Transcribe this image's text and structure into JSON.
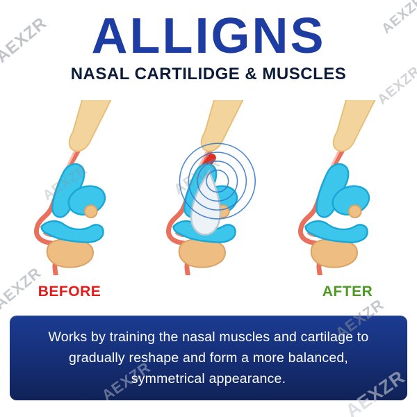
{
  "title": "ALLIGNS",
  "subtitle": "NASAL CARTILIDGE & MUSCLES",
  "labels": {
    "before": "BEFORE",
    "after": "AFTER"
  },
  "description": "Works by training the nasal muscles and cartilage to gradually reshape and form a more balanced, symmetrical appearance.",
  "watermark": {
    "text": "AEXZR"
  },
  "colors": {
    "title_blue": "#1d3da3",
    "subtitle_navy": "#0c1b3a",
    "before_red": "#e21b1b",
    "after_green": "#4c9a24",
    "box_blue": "#16307a",
    "skin_outline": "#e8705c",
    "cartilage_cyan": "#3cc6ec",
    "nasal_bone_tan": "#f2d49c",
    "tip_tan": "#eebd82",
    "target_rings_blue": "#2f74c9",
    "muscle_red": "#da3025"
  }
}
